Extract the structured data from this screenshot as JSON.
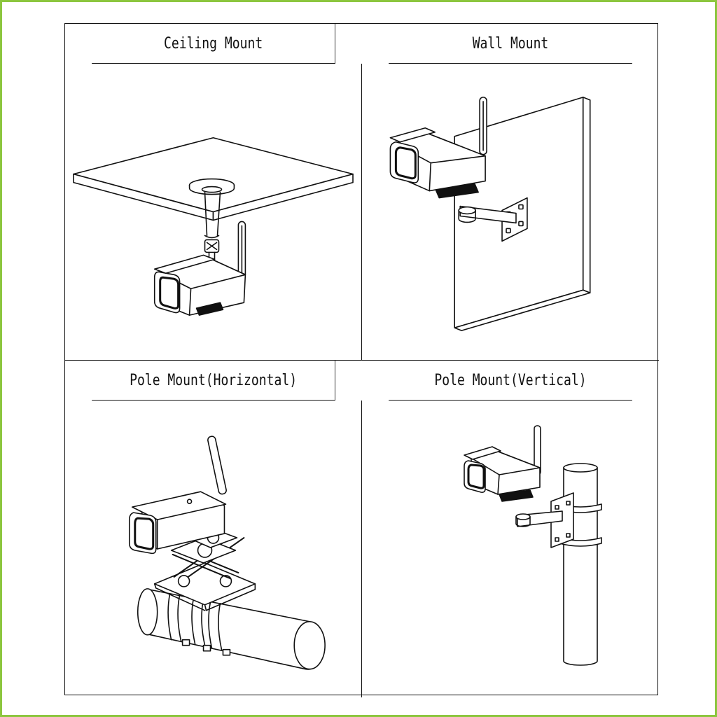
{
  "panels": [
    {
      "title": "Ceiling Mount",
      "icon": "ceiling-mount-illustration"
    },
    {
      "title": "Wall Mount",
      "icon": "wall-mount-illustration"
    },
    {
      "title": "Pole Mount(Horizontal)",
      "icon": "pole-horizontal-mount-illustration"
    },
    {
      "title": "Pole Mount(Vertical)",
      "icon": "pole-vertical-mount-illustration"
    }
  ],
  "colors": {
    "border": "#8cc63f",
    "line": "#111111",
    "background": "#ffffff"
  }
}
